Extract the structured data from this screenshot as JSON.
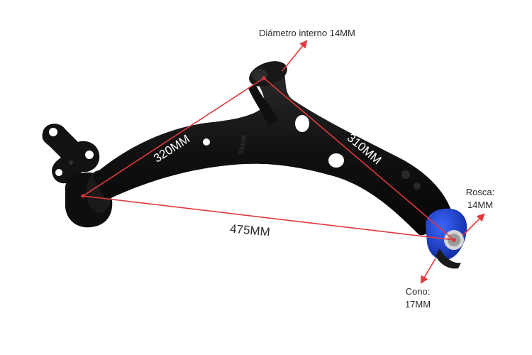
{
  "labels": {
    "inner_diameter": "Diámetro interno 14MM",
    "thread_title": "Rosca:",
    "thread_value": "14MM",
    "cone_title": "Cono:",
    "cone_value": "17MM"
  },
  "dimensions": {
    "left_arm": "320MM",
    "right_arm": "310MM",
    "base": "475MM"
  },
  "part": {
    "brand_mark": "REMIK"
  },
  "colors": {
    "arm_body": "#141414",
    "annotation_red": "#e0393e",
    "ball_joint_boot": "#1b3fd6",
    "background": "#ffffff"
  }
}
